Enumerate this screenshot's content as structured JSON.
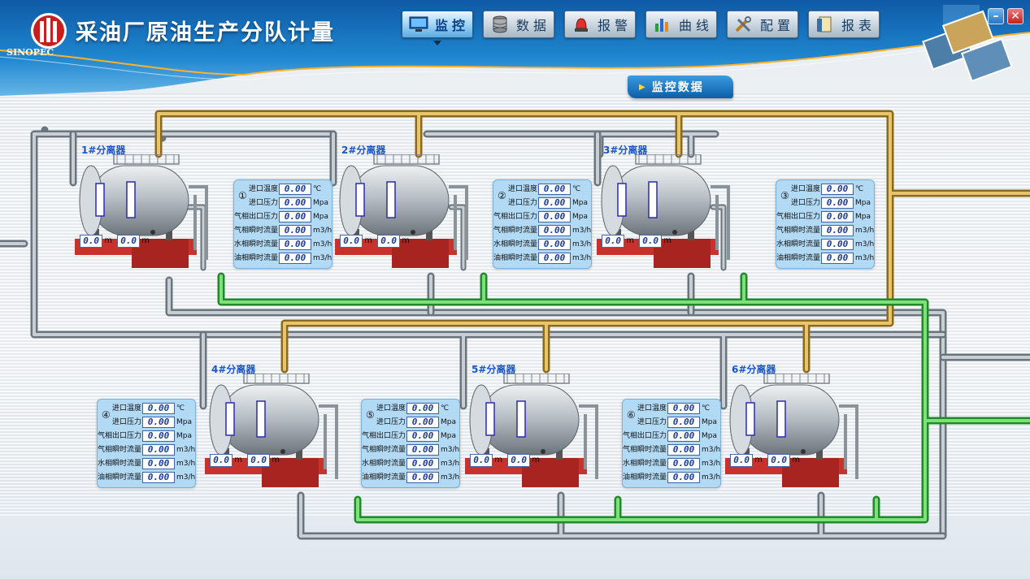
{
  "app": {
    "title": "采油厂原油生产分队计量",
    "logo_text": "SINOPEC",
    "logo_glyph": " "
  },
  "nav": [
    {
      "label": "监控",
      "icon": "monitor-icon",
      "active": true
    },
    {
      "label": "数据",
      "icon": "database-icon",
      "active": false
    },
    {
      "label": "报警",
      "icon": "alarm-icon",
      "active": false
    },
    {
      "label": "曲线",
      "icon": "curve-chart-icon",
      "active": false
    },
    {
      "label": "配置",
      "icon": "tools-icon",
      "active": false
    },
    {
      "label": "报表",
      "icon": "report-icon",
      "active": false
    }
  ],
  "window": {
    "minimize": "–",
    "close": "✕"
  },
  "section_tab": {
    "arrow": "▶",
    "label": "监控数据"
  },
  "colors": {
    "water_pipe": "#3ec93e",
    "gas_pipe": "#c9a23d",
    "steel_pipe": "#9aa4ad",
    "tank_base": "#c8312c",
    "panel_bg": "#a8d6f5",
    "accent": "#0b5fa8"
  },
  "separators": [
    {
      "label": "1#分离器",
      "levels": [
        {
          "value": "0.0",
          "unit": "m"
        },
        {
          "value": "0.0",
          "unit": "m"
        }
      ]
    },
    {
      "label": "2#分离器",
      "levels": [
        {
          "value": "0.0",
          "unit": "m"
        },
        {
          "value": "0.0",
          "unit": "m"
        }
      ]
    },
    {
      "label": "3#分离器",
      "levels": [
        {
          "value": "0.0",
          "unit": "m"
        },
        {
          "value": "0.0",
          "unit": "m"
        }
      ]
    },
    {
      "label": "4#分离器",
      "levels": [
        {
          "value": "0.0",
          "unit": "m"
        },
        {
          "value": "0.0",
          "unit": "m"
        }
      ]
    },
    {
      "label": "5#分离器",
      "levels": [
        {
          "value": "0.0",
          "unit": "m"
        },
        {
          "value": "0.0",
          "unit": "m"
        }
      ]
    },
    {
      "label": "6#分离器",
      "levels": [
        {
          "value": "0.0",
          "unit": "m"
        },
        {
          "value": "0.0",
          "unit": "m"
        }
      ]
    }
  ],
  "panels": [
    {
      "number": "①",
      "rows": [
        {
          "label": "进口温度",
          "value": "0.00",
          "unit": "℃"
        },
        {
          "label": "进口压力",
          "value": "0.00",
          "unit": "Mpa"
        },
        {
          "label": "气相出口压力",
          "value": "0.00",
          "unit": "Mpa"
        },
        {
          "label": "气相瞬时流量",
          "value": "0.00",
          "unit": "m3/h"
        },
        {
          "label": "水相瞬时流量",
          "value": "0.00",
          "unit": "m3/h"
        },
        {
          "label": "油相瞬时流量",
          "value": "0.00",
          "unit": "m3/h"
        }
      ]
    },
    {
      "number": "②",
      "rows": [
        {
          "label": "进口温度",
          "value": "0.00",
          "unit": "℃"
        },
        {
          "label": "进口压力",
          "value": "0.00",
          "unit": "Mpa"
        },
        {
          "label": "气相出口压力",
          "value": "0.00",
          "unit": "Mpa"
        },
        {
          "label": "气相瞬时流量",
          "value": "0.00",
          "unit": "m3/h"
        },
        {
          "label": "水相瞬时流量",
          "value": "0.00",
          "unit": "m3/h"
        },
        {
          "label": "油相瞬时流量",
          "value": "0.00",
          "unit": "m3/h"
        }
      ]
    },
    {
      "number": "③",
      "rows": [
        {
          "label": "进口温度",
          "value": "0.00",
          "unit": "℃"
        },
        {
          "label": "进口压力",
          "value": "0.00",
          "unit": "Mpa"
        },
        {
          "label": "气相出口压力",
          "value": "0.00",
          "unit": "Mpa"
        },
        {
          "label": "气相瞬时流量",
          "value": "0.00",
          "unit": "m3/h"
        },
        {
          "label": "水相瞬时流量",
          "value": "0.00",
          "unit": "m3/h"
        },
        {
          "label": "油相瞬时流量",
          "value": "0.00",
          "unit": "m3/h"
        }
      ]
    },
    {
      "number": "④",
      "rows": [
        {
          "label": "进口温度",
          "value": "0.00",
          "unit": "℃"
        },
        {
          "label": "进口压力",
          "value": "0.00",
          "unit": "Mpa"
        },
        {
          "label": "气相出口压力",
          "value": "0.00",
          "unit": "Mpa"
        },
        {
          "label": "气相瞬时流量",
          "value": "0.00",
          "unit": "m3/h"
        },
        {
          "label": "水相瞬时流量",
          "value": "0.00",
          "unit": "m3/h"
        },
        {
          "label": "油相瞬时流量",
          "value": "0.00",
          "unit": "m3/h"
        }
      ]
    },
    {
      "number": "⑤",
      "rows": [
        {
          "label": "进口温度",
          "value": "0.00",
          "unit": "℃"
        },
        {
          "label": "进口压力",
          "value": "0.00",
          "unit": "Mpa"
        },
        {
          "label": "气相出口压力",
          "value": "0.00",
          "unit": "Mpa"
        },
        {
          "label": "气相瞬时流量",
          "value": "0.00",
          "unit": "m3/h"
        },
        {
          "label": "水相瞬时流量",
          "value": "0.00",
          "unit": "m3/h"
        },
        {
          "label": "油相瞬时流量",
          "value": "0.00",
          "unit": "m3/h"
        }
      ]
    },
    {
      "number": "⑥",
      "rows": [
        {
          "label": "进口温度",
          "value": "0.00",
          "unit": "℃"
        },
        {
          "label": "进口压力",
          "value": "0.00",
          "unit": "Mpa"
        },
        {
          "label": "气相出口压力",
          "value": "0.00",
          "unit": "Mpa"
        },
        {
          "label": "气相瞬时流量",
          "value": "0.00",
          "unit": "m3/h"
        },
        {
          "label": "水相瞬时流量",
          "value": "0.00",
          "unit": "m3/h"
        },
        {
          "label": "油相瞬时流量",
          "value": "0.00",
          "unit": "m3/h"
        }
      ]
    }
  ]
}
